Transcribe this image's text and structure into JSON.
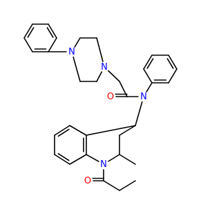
{
  "colors": {
    "background": "#ffffff",
    "bond": "#000000",
    "nitrogen": "#0000ff",
    "oxygen": "#ff0000"
  },
  "molecule": {
    "atoms": [
      {
        "id": "n_pip_top",
        "element": "N",
        "label": "N"
      },
      {
        "id": "n_pip_bottom",
        "element": "N",
        "label": "N"
      },
      {
        "id": "n_amide",
        "element": "N",
        "label": "N"
      },
      {
        "id": "n_quinoline",
        "element": "N",
        "label": "N"
      },
      {
        "id": "o_amide",
        "element": "O",
        "label": "O"
      },
      {
        "id": "o_propanoyl",
        "element": "O",
        "label": "O"
      }
    ]
  }
}
